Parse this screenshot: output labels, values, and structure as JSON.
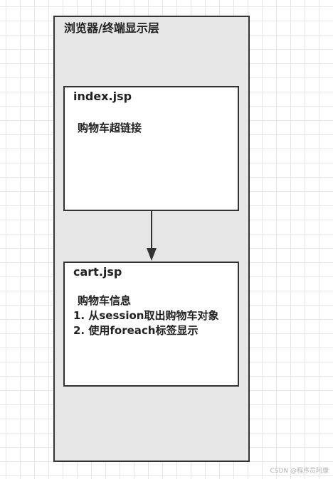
{
  "container": {
    "title": "浏览器/终端显示层"
  },
  "index_box": {
    "title": "index.jsp",
    "text": "购物车超链接"
  },
  "cart_box": {
    "title": "cart.jsp",
    "lines": [
      "购物车信息",
      "1. 从session取出购物车对象",
      "2. 使用foreach标签显示"
    ]
  },
  "watermark": "CSDN @程序员阿康"
}
